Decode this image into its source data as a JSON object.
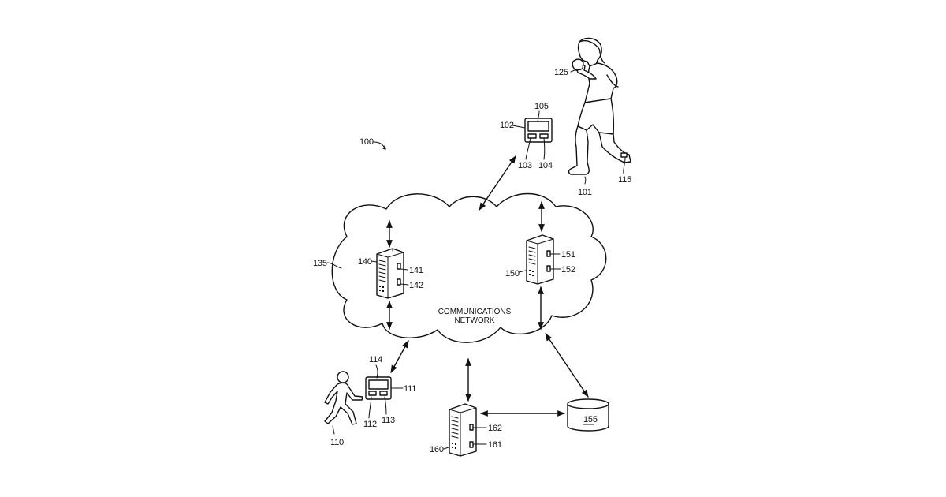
{
  "figure": {
    "reference_numerals": {
      "system": "100",
      "subject": "101",
      "device": "102",
      "device_button_left": "103",
      "device_button_right": "104",
      "device_screen": "105",
      "user": "110",
      "user_device": "111",
      "user_device_button_left": "112",
      "user_device_button_right": "113",
      "user_device_screen": "114",
      "ankle_sensor": "115",
      "wrist_sensor": "125",
      "network": "135",
      "server_a": "140",
      "server_a_port_1": "141",
      "server_a_port_2": "142",
      "server_b": "150",
      "server_b_port_1": "151",
      "server_b_port_2": "152",
      "database": "155",
      "server_c": "160",
      "server_c_port_1": "161",
      "server_c_port_2": "162"
    },
    "network_label": [
      "COMMUNICATIONS",
      "NETWORK"
    ]
  }
}
